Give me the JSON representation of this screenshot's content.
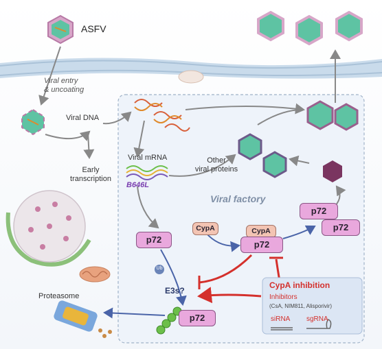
{
  "labels": {
    "asfv": "ASFV",
    "viral_entry": "Viral entry\n& uncoating",
    "viral_dna": "Viral DNA",
    "early_transcription": "Early\ntranscription",
    "viral_mrna": "Viral mRNA",
    "b646l": "B646L",
    "other_proteins": "Other\nviral proteins",
    "viral_factory": "Viral factory",
    "proteasome": "Proteasome",
    "e3s": "E3s?",
    "ub": "Ub"
  },
  "proteins": {
    "p72": "p72",
    "cypa": "CypA"
  },
  "inhibition_panel": {
    "title": "CypA inhibition",
    "inhibitors_label": "Inhibitors",
    "inhibitors_list": "(CsA, NIM811, Alisporivir)",
    "sirna": "siRNA",
    "sgrna": "sgRNA"
  },
  "colors": {
    "membrane": "#c9dbeb",
    "factory_bg": "#eef3fa",
    "p72_fill": "#e9a8dd",
    "cypa_fill": "#f3c4b3",
    "inhibit_red": "#d4302c",
    "arrow_gray": "#888888",
    "arrow_blue": "#4a64a8",
    "capsid_green": "#5ec3a3",
    "capsid_outer": "#c98ab8",
    "panel_bg": "#dce6f4"
  }
}
